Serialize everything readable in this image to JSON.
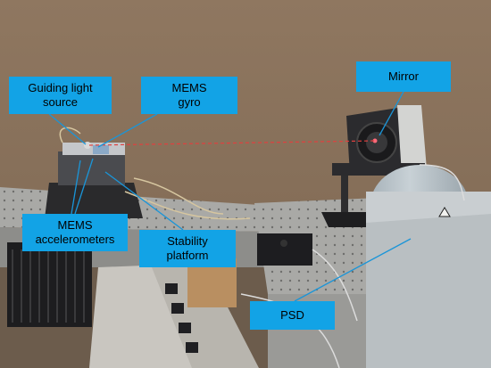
{
  "photo": {
    "subject": "lab-optical-test-setup",
    "colors": {
      "wall": "#8b735c",
      "table": "#a3a3a0",
      "callout": "#12a3e6",
      "laser_beam": "#e0403f",
      "callout_line": "#1a95d8"
    }
  },
  "callouts": {
    "guiding_light_source": {
      "line1": "Guiding light",
      "line2": "source"
    },
    "mems_gyro": {
      "line1": "MEMS",
      "line2": "gyro"
    },
    "mirror": {
      "label": "Mirror"
    },
    "mems_accelerometers": {
      "line1": "MEMS",
      "line2": "accelerometers"
    },
    "stability_platform": {
      "line1": "Stability",
      "line2": "platform"
    },
    "psd": {
      "label": "PSD"
    }
  }
}
